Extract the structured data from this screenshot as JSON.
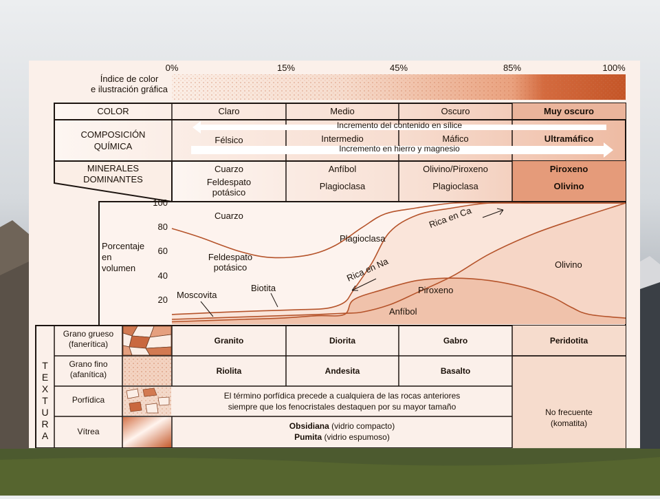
{
  "color_index": {
    "label_line1": "Índice de color",
    "label_line2": "e ilustración gráfica",
    "ticks": [
      "0%",
      "15%",
      "45%",
      "85%",
      "100%"
    ]
  },
  "rows": {
    "color": {
      "label": "COLOR",
      "values": [
        "Claro",
        "Medio",
        "Oscuro",
        "Muy oscuro"
      ]
    },
    "composition": {
      "label_line1": "COMPOSICIÓN",
      "label_line2": "QUÍMICA",
      "values": [
        "Félsico",
        "Intermedio",
        "Máfico",
        "Ultramáfico"
      ],
      "arrow_silica": "Incremento del contenido en sílice",
      "arrow_iron": "Incremento en hierro y magnesio"
    },
    "minerals": {
      "label_line1": "MINERALES",
      "label_line2": "DOMINANTES",
      "felsic_line1": "Cuarzo",
      "felsic_line2": "Feldespato",
      "felsic_line3": "potásico",
      "intermediate_line1": "Anfíbol",
      "intermediate_line2": "Plagioclasa",
      "mafic_line1": "Olivino/Piroxeno",
      "mafic_line2": "Plagioclasa",
      "ultramafic_line1": "Piroxeno",
      "ultramafic_line2": "Olivino"
    }
  },
  "chart_data": {
    "type": "area",
    "title": "",
    "ylabel_line1": "Porcentaje",
    "ylabel_line2": "en",
    "ylabel_line3": "volumen",
    "ylim": [
      0,
      100
    ],
    "yticks": [
      100,
      80,
      60,
      40,
      20
    ],
    "xlim": [
      0,
      100
    ],
    "x_unit": "% índice de color",
    "boundaries": [
      {
        "x": [
          0,
          6,
          15,
          22,
          30,
          36,
          42,
          47,
          54,
          62,
          70,
          80,
          90,
          100
        ],
        "y": [
          79,
          72,
          60,
          55,
          57,
          65,
          80,
          91,
          96,
          100,
          100,
          100,
          100,
          100
        ]
      },
      {
        "x": [
          0,
          6,
          12,
          20,
          28,
          34,
          38,
          40,
          44,
          48,
          54,
          62,
          70,
          80,
          90,
          100
        ],
        "y": [
          8,
          9,
          10,
          11,
          12,
          13,
          18,
          28,
          50,
          76,
          90,
          96,
          100,
          100,
          100,
          100
        ]
      },
      {
        "x": [
          0,
          8,
          16,
          24,
          32,
          38,
          42,
          48,
          54,
          62,
          70,
          80,
          90,
          100
        ],
        "y": [
          4,
          5,
          6,
          7,
          8,
          9,
          10,
          16,
          26,
          40,
          58,
          75,
          88,
          100
        ]
      },
      {
        "x": [
          0,
          8,
          16,
          24,
          32,
          38,
          40,
          46,
          54,
          62,
          70,
          78,
          84,
          88,
          92,
          100
        ],
        "y": [
          2,
          3,
          4,
          5,
          7,
          8,
          20,
          28,
          36,
          38,
          36,
          30,
          22,
          14,
          8,
          5
        ]
      },
      {
        "x": [
          0,
          10,
          20,
          30,
          40,
          50,
          60,
          70,
          80,
          90,
          100
        ],
        "y": [
          0,
          0,
          0,
          0,
          0,
          0,
          0,
          0,
          0,
          0,
          0
        ]
      }
    ],
    "labels": {
      "quartz": "Cuarzo",
      "kfeldspar_line1": "Feldespato",
      "kfeldspar_line2": "potásico",
      "plagioclase": "Plagioclasa",
      "ca_rich": "Rica en Ca",
      "na_rich": "Rica en Na",
      "biotite": "Biotita",
      "muscovite": "Moscovita",
      "olivine": "Olivino",
      "pyroxene": "Piroxeno",
      "amphibole": "Anfíbol"
    }
  },
  "texture": {
    "letters": [
      "T",
      "E",
      "X",
      "T",
      "U",
      "R",
      "A"
    ],
    "coarse_line1": "Grano grueso",
    "coarse_line2": "(fanerítica)",
    "fine_line1": "Grano fino",
    "fine_line2": "(afanítica)",
    "porphyritic": "Porfídica",
    "glassy": "Vítrea",
    "coarse_rocks": [
      "Granito",
      "Diorita",
      "Gabro",
      "Peridotita"
    ],
    "fine_rocks": [
      "Riolita",
      "Andesita",
      "Basalto"
    ],
    "porphyritic_note_line1": "El término porfídica precede a cualquiera de las rocas anteriores",
    "porphyritic_note_line2": "siempre que los fenocristales destaquen por su mayor tamaño",
    "obsidian": "Obsidiana",
    "obsidian_note": "(vidrio compacto)",
    "pumice": "Pumita",
    "pumice_note": "(vidrio espumoso)",
    "uncommon_line1": "No frecuente",
    "uncommon_line2": "(komatita)"
  },
  "colors": {
    "border": "#1c1410",
    "curve": "#b5532a",
    "ultramafic_shade": "#c45a2c",
    "arrow_fill": "#ffffff"
  }
}
